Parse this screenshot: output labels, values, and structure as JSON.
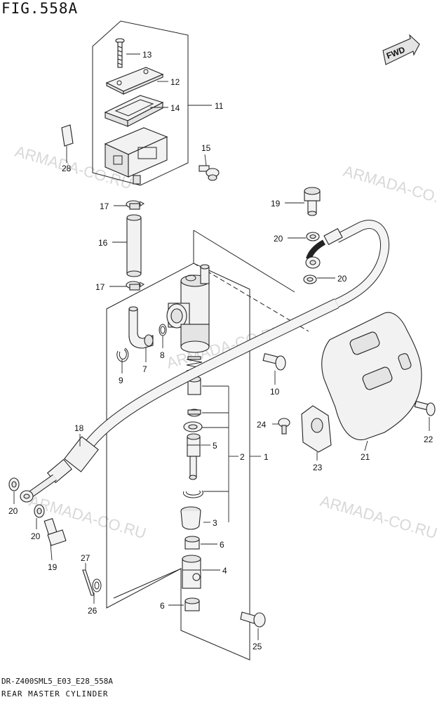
{
  "figure": {
    "title": "FIG.558A"
  },
  "footer": {
    "code": "DR-Z400SML5_E03_E28_558A",
    "name": "REAR MASTER CYLINDER"
  },
  "direction_badge": {
    "label": "FWD"
  },
  "watermarks": [
    "ARMADA-CO.RU",
    "ARMADA-CO.RU",
    "ARMADA-CO.RU",
    "ARMADA-CO.RU",
    "ARMADA-CO.RU"
  ],
  "callouts": {
    "c13": "13",
    "c12": "12",
    "c14": "14",
    "c11": "11",
    "c15": "15",
    "c28": "28",
    "c17a": "17",
    "c16": "16",
    "c17b": "17",
    "c19a": "19",
    "c20a": "20",
    "c20b": "20",
    "c7": "7",
    "c8": "8",
    "c9": "9",
    "c10": "10",
    "c18": "18",
    "c2": "2",
    "c1": "1",
    "c5": "5",
    "c3": "3",
    "c6a": "6",
    "c4": "4",
    "c6b": "6",
    "c24": "24",
    "c23": "23",
    "c21": "21",
    "c22": "22",
    "c20c": "20",
    "c20d": "20",
    "c19b": "19",
    "c27": "27",
    "c26": "26",
    "c25": "25"
  }
}
